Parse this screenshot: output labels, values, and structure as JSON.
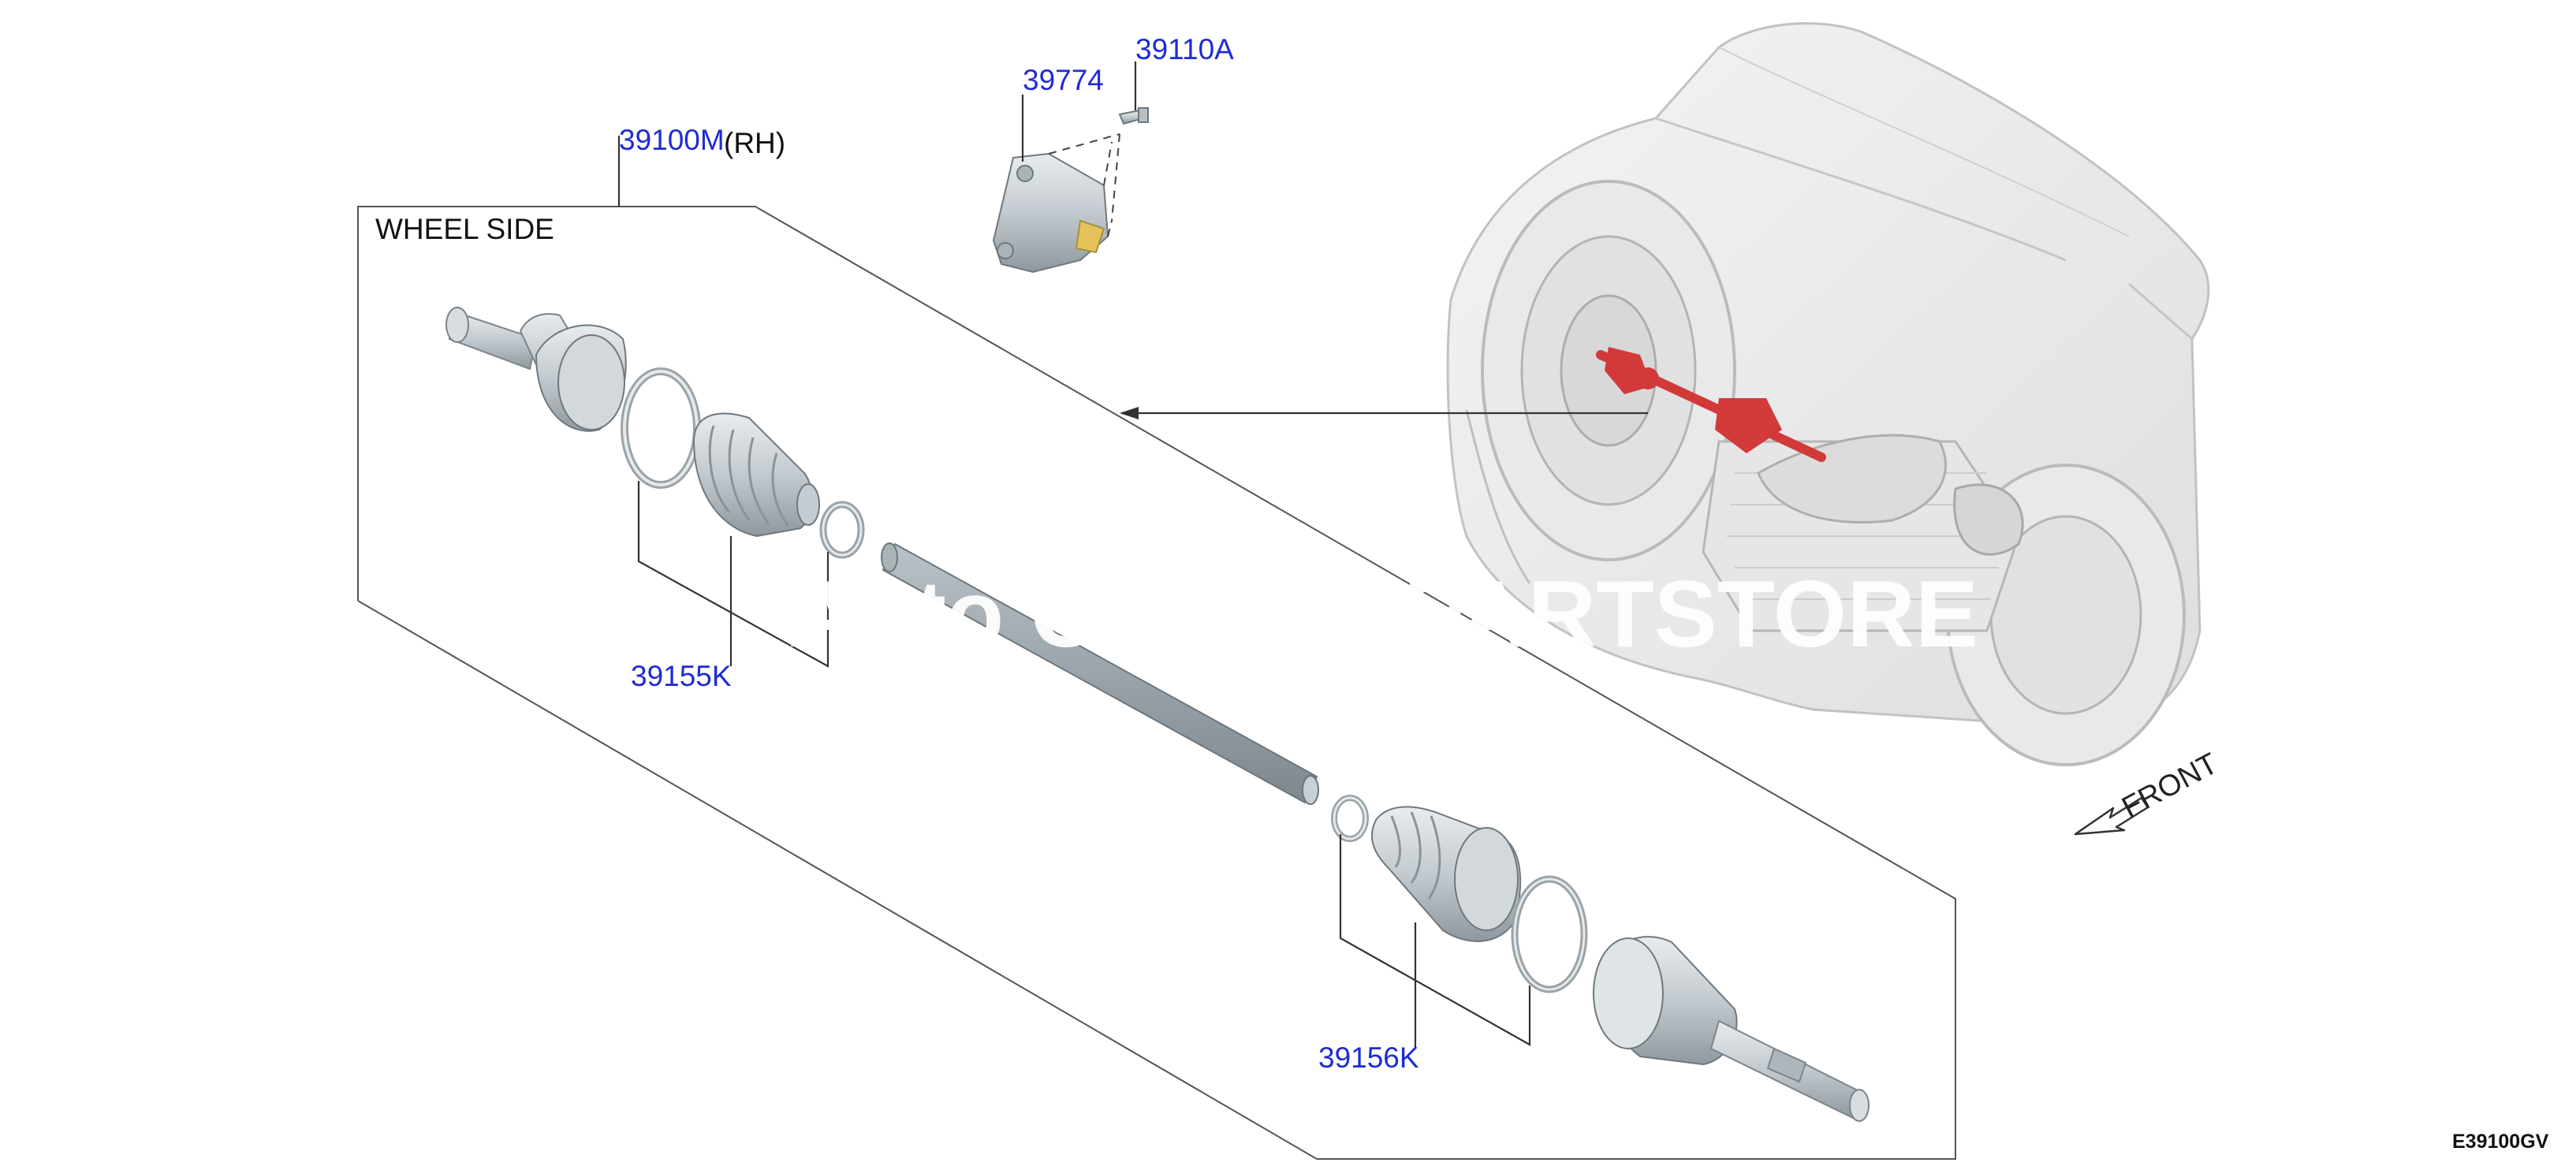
{
  "labels": {
    "assembly": "39100M",
    "assembly_side": "(RH)",
    "wheel_side": "WHEEL SIDE",
    "bracket": "39774",
    "bolt": "39110A",
    "boot_kit_wheel": "39155K",
    "boot_kit_inner": "39156K",
    "front": "FRONT",
    "diagram_code": "E39100GV"
  },
  "watermark": "Auto Catalog PARTSTORE",
  "colors": {
    "part_number": "#1f2bd6",
    "highlight": "#d23a3a",
    "part_body": "#c6cdd2"
  },
  "icons": [
    "front-arrow-icon"
  ]
}
